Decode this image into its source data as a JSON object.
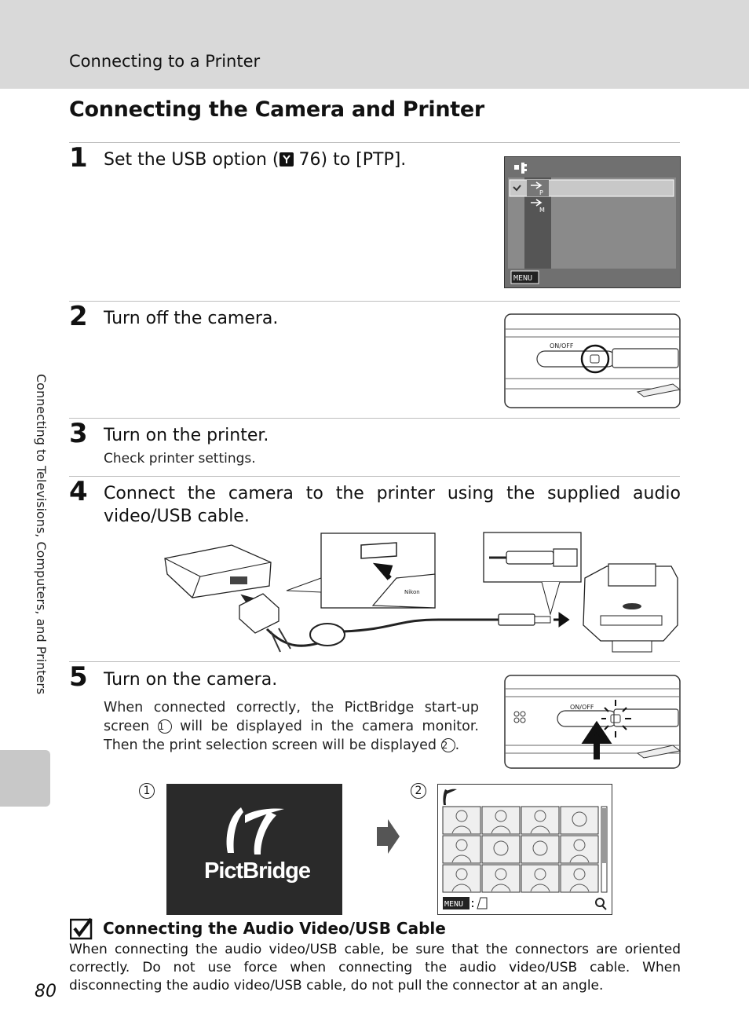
{
  "header": {
    "title": "Connecting to a Printer"
  },
  "section": {
    "title": "Connecting the Camera and Printer"
  },
  "sidebar": {
    "label": "Connecting to Televisions, Computers, and Printers"
  },
  "steps": [
    {
      "num": "1",
      "title_a": "Set the USB option (",
      "title_b": " 76) to [PTP]."
    },
    {
      "num": "2",
      "title": "Turn off the camera."
    },
    {
      "num": "3",
      "title": "Turn on the printer.",
      "sub": "Check printer settings."
    },
    {
      "num": "4",
      "title": "Connect the camera to the printer using the supplied audio video/USB cable."
    },
    {
      "num": "5",
      "title": "Turn on the camera.",
      "body_a": "When connected correctly, the PictBridge start-up screen ",
      "c1": "1",
      "body_b": " will be displayed in the camera monitor. Then the print selection screen will be displayed ",
      "c2": "2",
      "body_c": "."
    }
  ],
  "figures": {
    "lcd_menu": {
      "tag_p": "P",
      "tag_m": "M",
      "menu_label": "MENU"
    },
    "onoff_label": "ON/OFF",
    "connector_brand": "Nikon",
    "pictbridge_word": "PictBridge",
    "callout_1": "1",
    "callout_2": "2",
    "selection_footer": "MENU"
  },
  "note": {
    "title": "Connecting the Audio Video/USB Cable",
    "body": "When connecting the audio video/USB cable, be sure that the connectors are oriented correctly. Do not use force when connecting the audio video/USB cable. When disconnecting the audio video/USB cable, do not pull the connector at an angle."
  },
  "page": {
    "number": "80"
  }
}
